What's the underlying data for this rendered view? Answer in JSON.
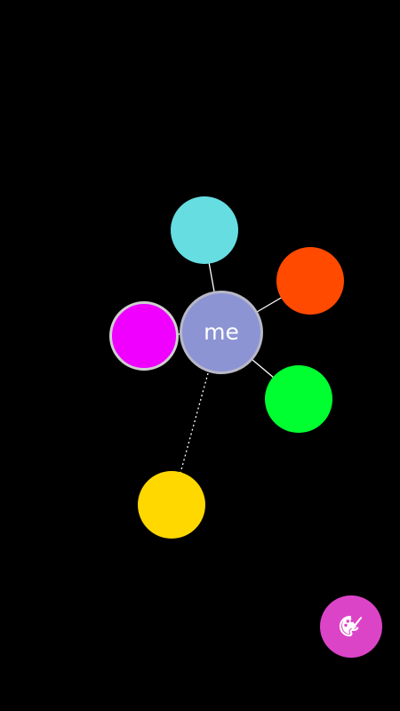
{
  "graph": {
    "center": {
      "label": "me",
      "color": "#8c94d4"
    },
    "nodes": [
      {
        "name": "cyan-node",
        "color": "#66dde1",
        "link": "solid"
      },
      {
        "name": "orange-node",
        "color": "#ff4a00",
        "link": "solid"
      },
      {
        "name": "magenta-node",
        "color": "#ef00ff",
        "link": "solid"
      },
      {
        "name": "green-node",
        "color": "#00ff31",
        "link": "solid"
      },
      {
        "name": "yellow-node",
        "color": "#ffd800",
        "link": "dotted"
      }
    ],
    "link_color": "#ffffff"
  },
  "fab": {
    "icon": "palette-brush-icon",
    "color": "#dc44c8"
  }
}
